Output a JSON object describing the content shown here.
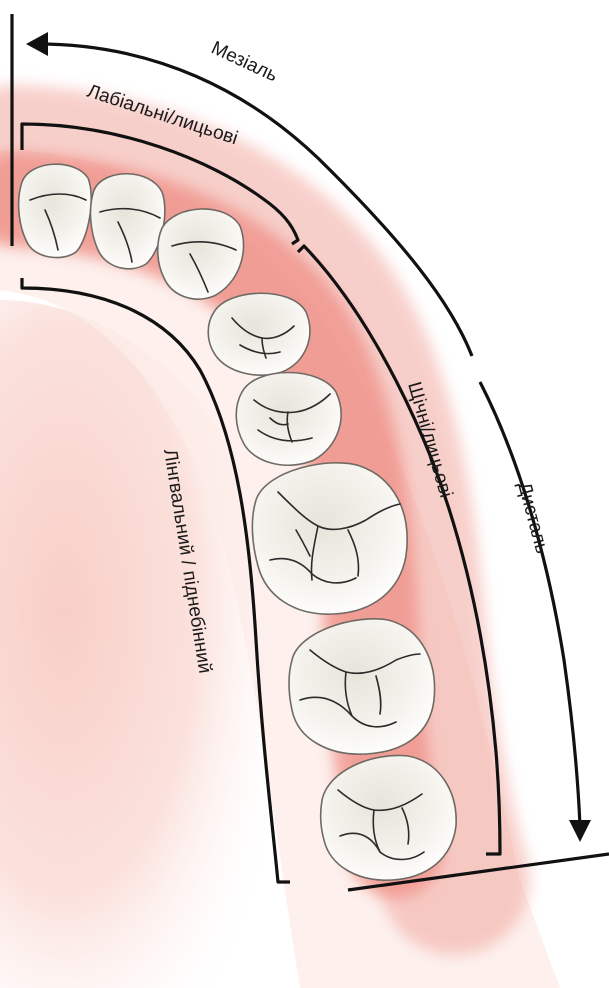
{
  "labels": {
    "mesial": "Мезіаль",
    "labial": "Лабіальні/лицьові",
    "buccal": "Щічні/лицьові",
    "distal": "Дисталь",
    "lingual": "Лінгвальний / піднебінний"
  },
  "colors": {
    "gum": "#f29a92",
    "gum_light": "#fbd3cc",
    "palate": "#f6c9c2",
    "enamel": "#f7f6f1",
    "line": "#111111"
  }
}
